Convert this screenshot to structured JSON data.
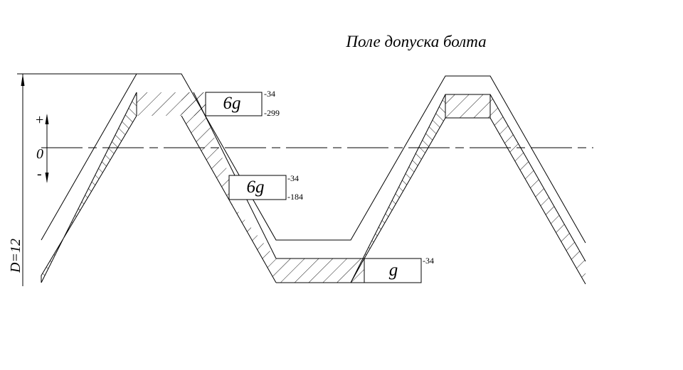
{
  "diagram": {
    "title": "Поле допуска болта",
    "zero_label": "0",
    "plus_label": "+",
    "minus_label": "-",
    "dimension_label": "D=12",
    "zones": [
      {
        "label": "6g",
        "upper_dev": "-34",
        "lower_dev": "-299"
      },
      {
        "label": "6g",
        "upper_dev": "-34",
        "lower_dev": "-184"
      },
      {
        "label": "g",
        "upper_dev": "-34"
      }
    ]
  },
  "colors": {
    "line": "#000000",
    "background": "#ffffff"
  }
}
